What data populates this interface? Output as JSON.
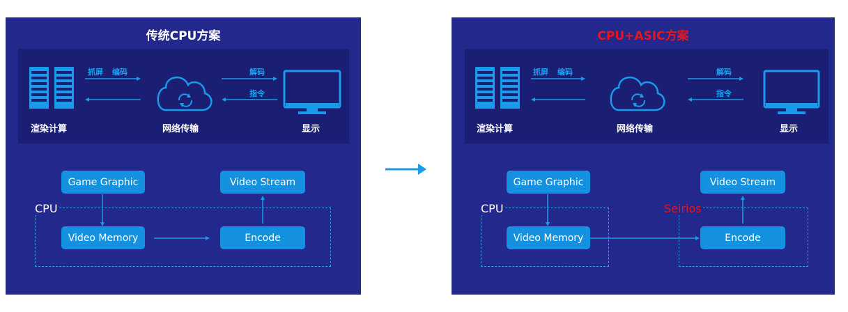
{
  "left_panel": {
    "title": "传统CPU方案",
    "top": {
      "render_label": "渲染计算",
      "network_label": "网络传输",
      "display_label": "显示",
      "arrow_capture": "抓屏",
      "arrow_encode": "编码",
      "arrow_decode": "解码",
      "arrow_command": "指令"
    },
    "flow": {
      "game_graphic": "Game Graphic",
      "video_memory": "Video Memory",
      "video_stream": "Video Stream",
      "encode": "Encode",
      "cpu_label": "CPU"
    }
  },
  "right_panel": {
    "title": "CPU+ASIC方案",
    "top": {
      "render_label": "渲染计算",
      "network_label": "网络传输",
      "display_label": "显示",
      "arrow_capture": "抓屏",
      "arrow_encode": "编码",
      "arrow_decode": "解码",
      "arrow_command": "指令"
    },
    "flow": {
      "game_graphic": "Game Graphic",
      "video_memory": "Video Memory",
      "video_stream": "Video Stream",
      "encode": "Encode",
      "cpu_label": "CPU",
      "seirios_label": "Seirios"
    }
  },
  "colors": {
    "panel_bg": "#22288c",
    "inner_bg": "#1a1f74",
    "accent_blue": "#1492e0",
    "highlight_red": "#e8161b"
  },
  "icons": [
    "server-rack-icon",
    "cloud-sync-icon",
    "monitor-icon",
    "transition-arrow-icon"
  ]
}
